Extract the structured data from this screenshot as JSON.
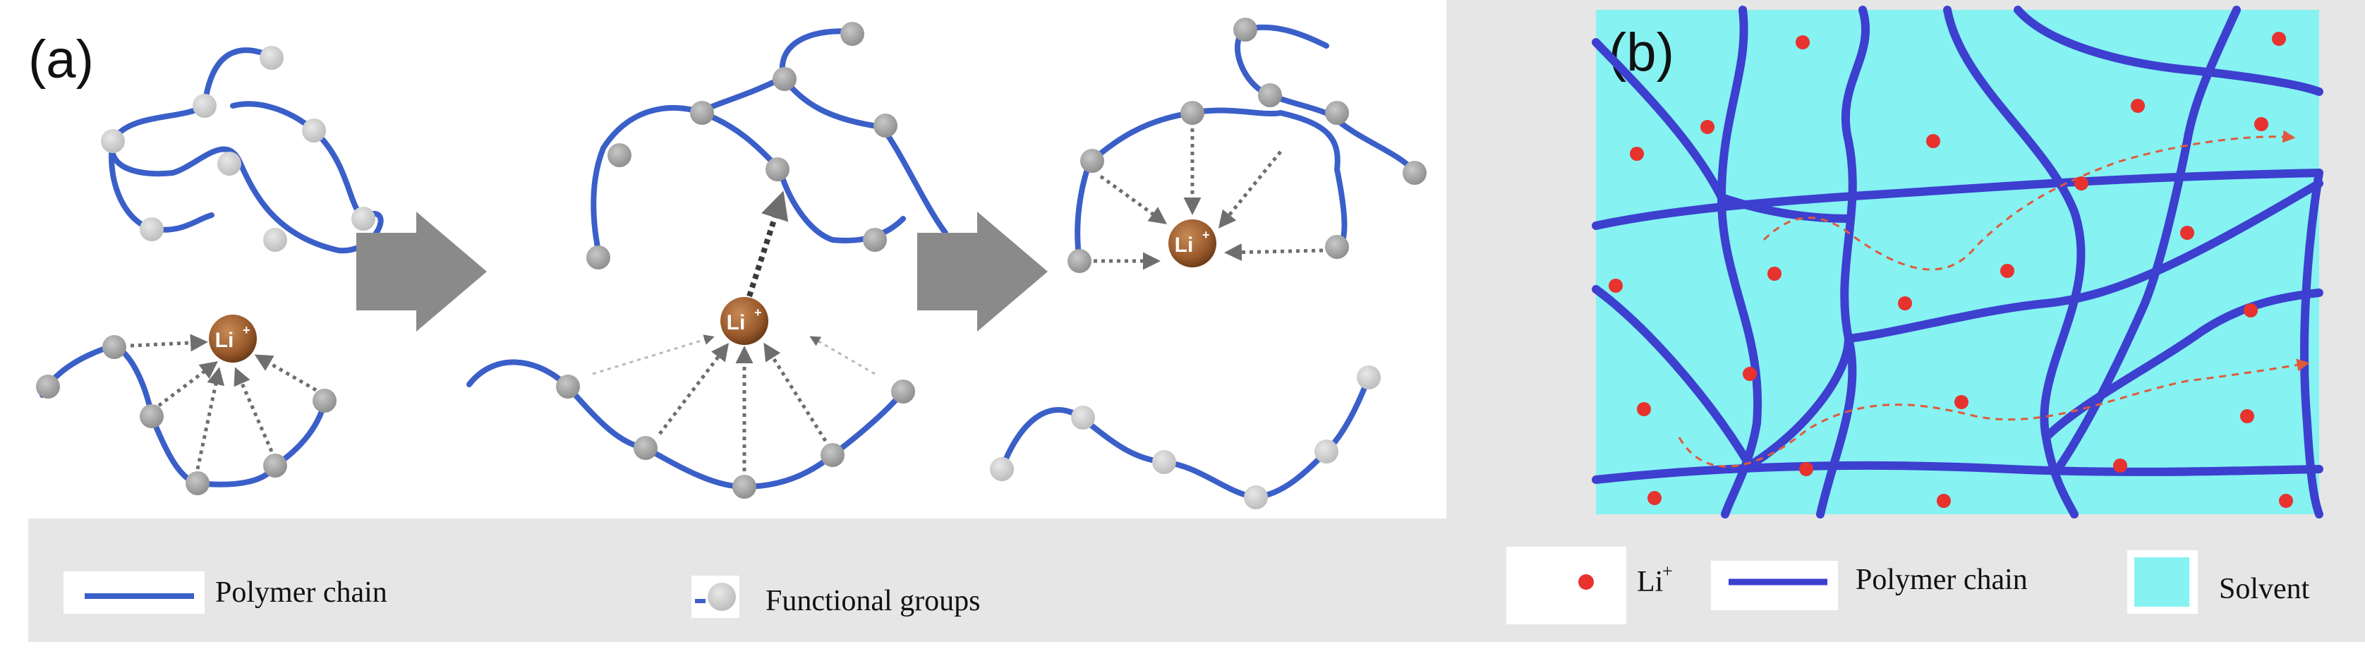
{
  "panel_a": {
    "label": "(a)",
    "ion_label": "Li",
    "ion_charge": "+"
  },
  "panel_b": {
    "label": "(b)"
  },
  "legend_a": {
    "polymer_chain": "Polymer chain",
    "functional_groups": "Functional groups"
  },
  "legend_b": {
    "li_ion": "Li",
    "li_charge": "+",
    "polymer_chain": "Polymer chain",
    "solvent": "Solvent"
  },
  "colors": {
    "chain": "#3a5fc8",
    "chain_b": "#3d3fcf",
    "group": "#a9a9a9",
    "group_light": "#d0d0d0",
    "ion": "#9a5a2c",
    "solvent": "#86f2f2",
    "li_dot": "#e8322e",
    "arrow": "#808080",
    "panel_bg": "#e6e6e6"
  },
  "icons": [
    "gray-block-arrow-icon",
    "dotted-arrow-icon",
    "red-dot-icon"
  ]
}
